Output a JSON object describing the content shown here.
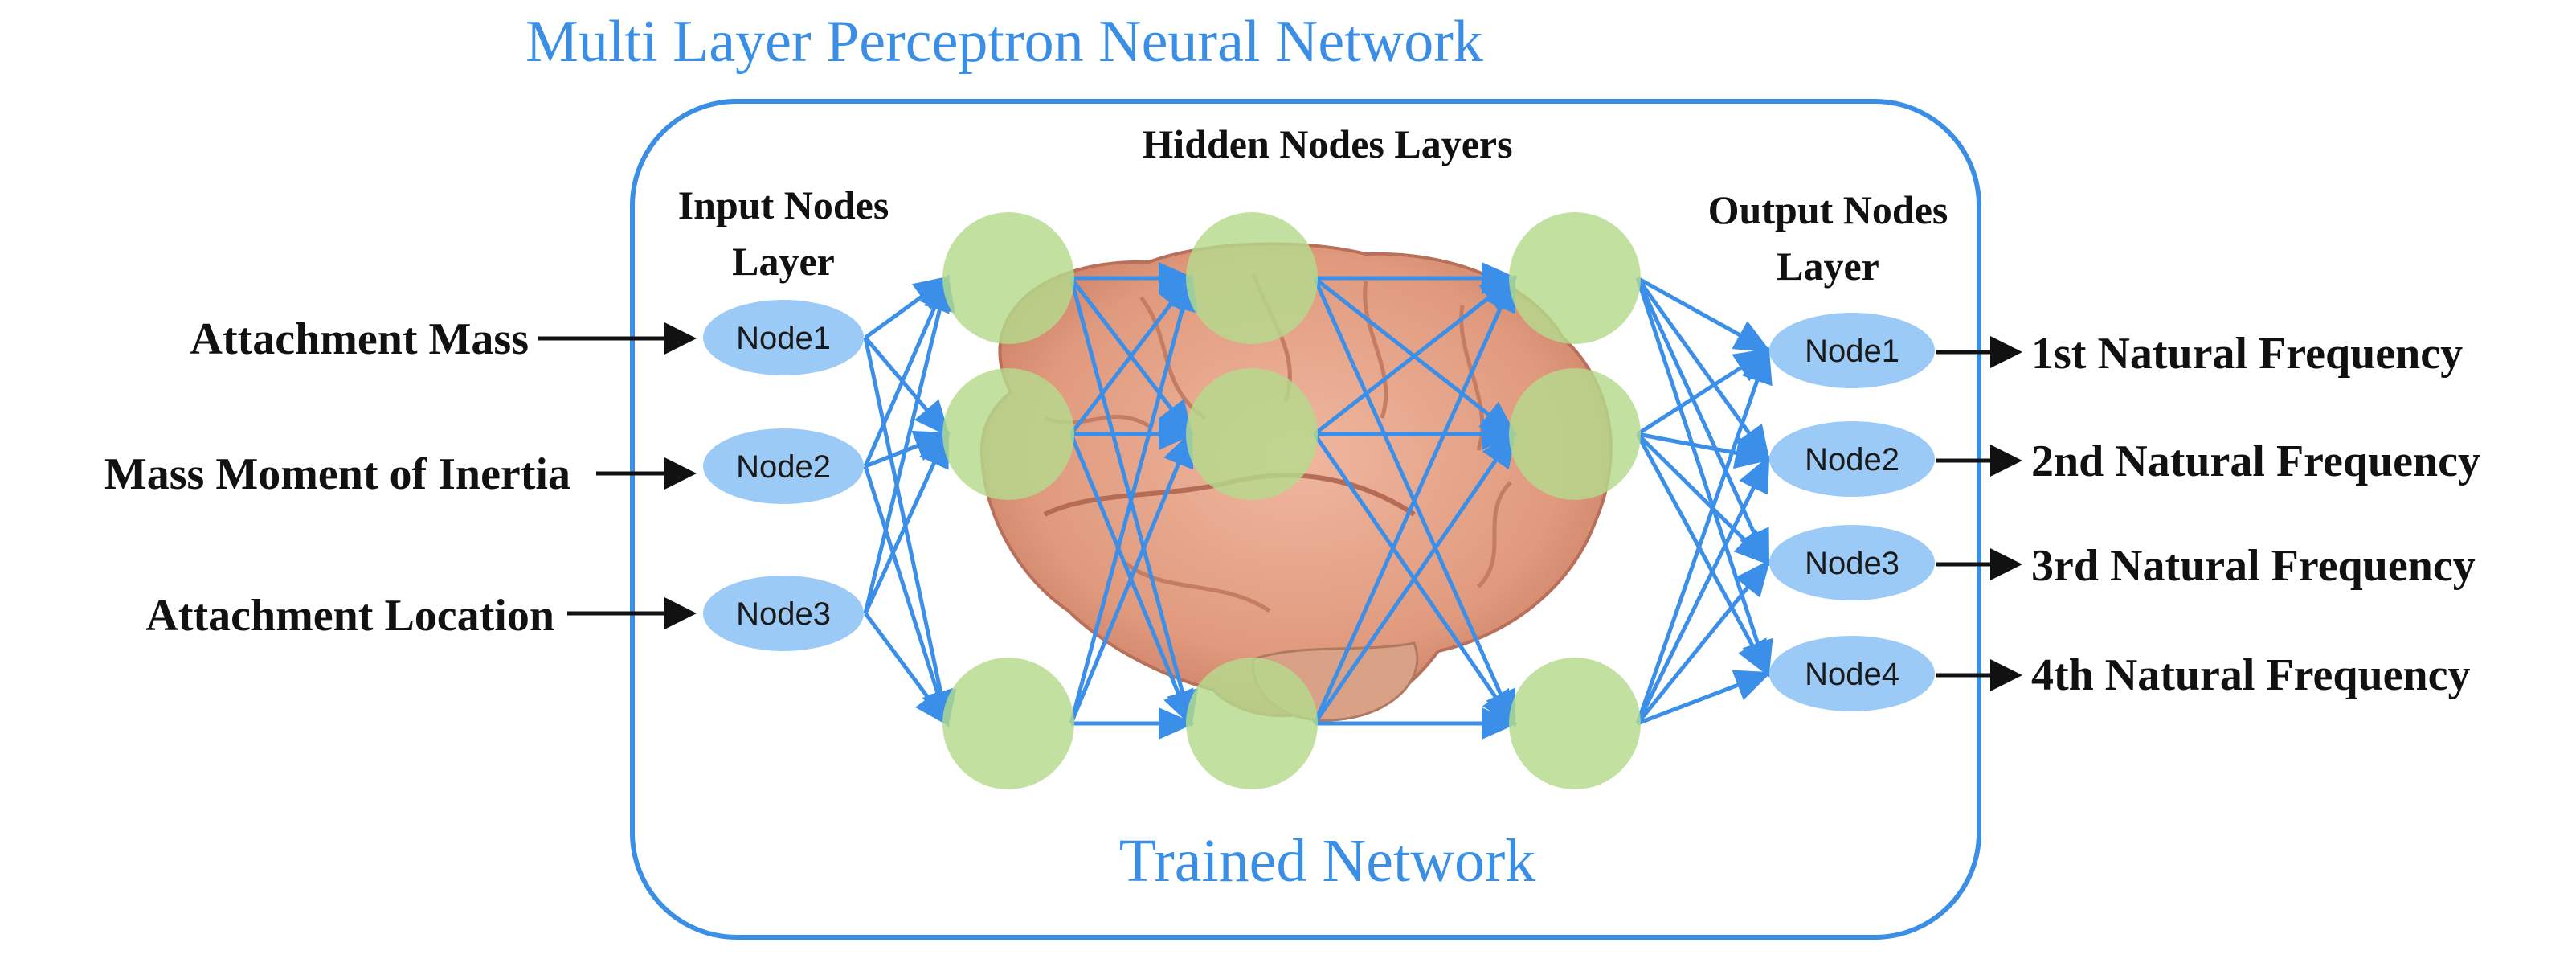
{
  "title": "Multi Layer Perceptron Neural Network",
  "footer": "Trained Network",
  "headings": {
    "input_line1": "Input Nodes",
    "input_line2": "Layer",
    "hidden": "Hidden Nodes Layers",
    "output_line1": "Output Nodes",
    "output_line2": "Layer"
  },
  "inputs": [
    {
      "label": "Attachment Mass",
      "node": "Node1"
    },
    {
      "label": "Mass Moment of Inertia",
      "node": "Node2"
    },
    {
      "label": "Attachment Location",
      "node": "Node3"
    }
  ],
  "outputs": [
    {
      "label": "1st Natural Frequency",
      "node": "Node1"
    },
    {
      "label": "2nd Natural Frequency",
      "node": "Node2"
    },
    {
      "label": "3rd Natural Frequency",
      "node": "Node3"
    },
    {
      "label": "4th Natural Frequency",
      "node": "Node4"
    }
  ],
  "hidden_layers": [
    3,
    3,
    3
  ],
  "colors": {
    "accent_blue": "#3a8ee6",
    "node_blue": "#9ccaf7",
    "hidden_green": "#b5db8c",
    "brain_pink": "#e7a489"
  },
  "icons": {
    "center_image": "brain-icon"
  }
}
